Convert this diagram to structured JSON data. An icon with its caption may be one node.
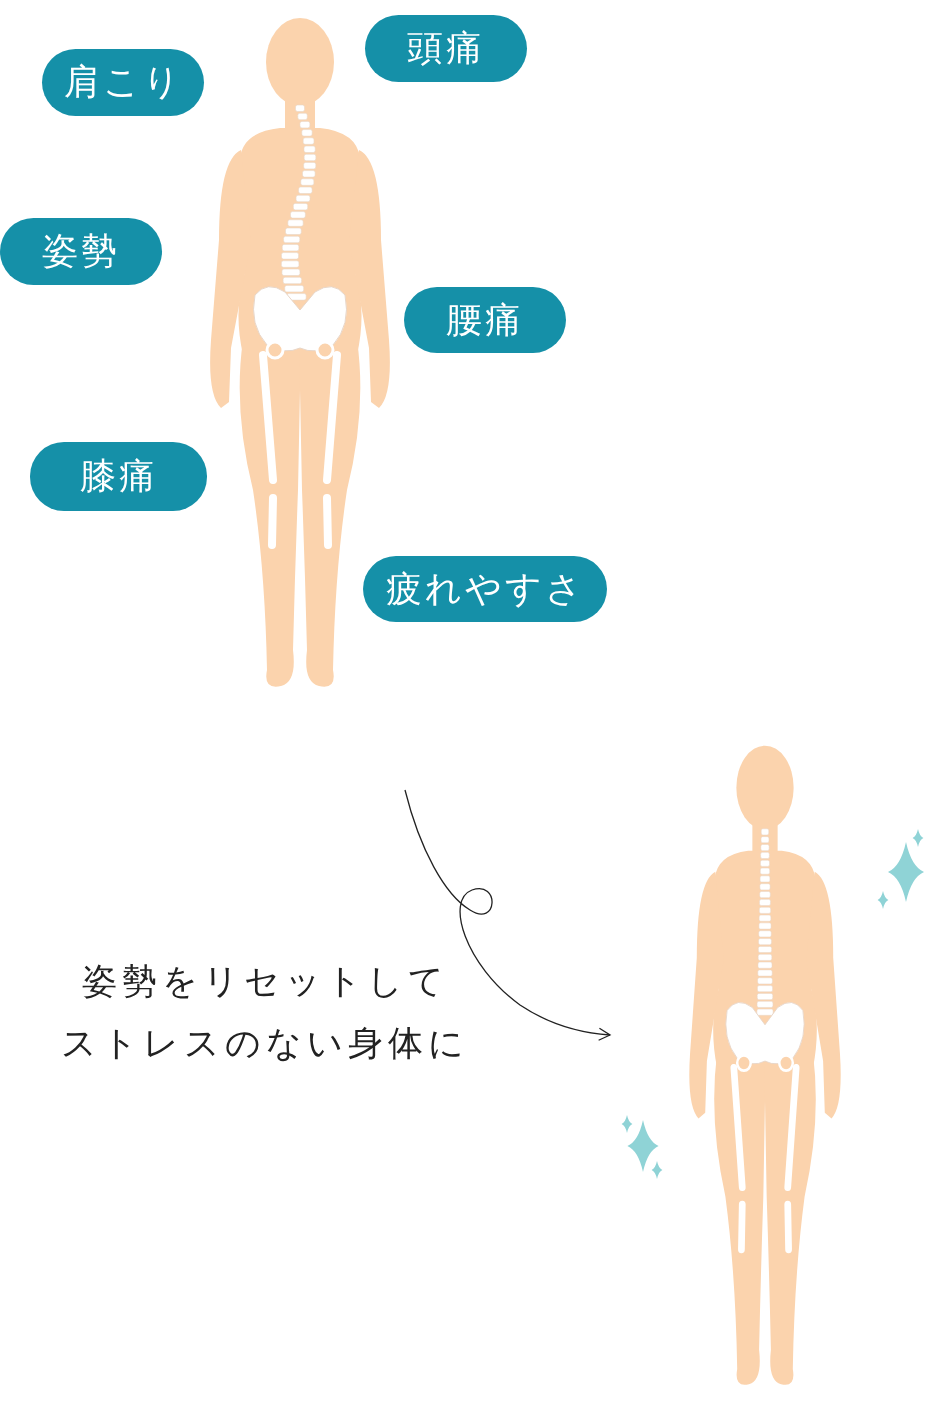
{
  "diagram": {
    "nodes": [
      {
        "text": [],
        "shape": "picture"
      },
      {
        "text": [
          "頭痛"
        ]
      },
      {
        "text": [
          "肩こり"
        ]
      },
      {
        "text": [
          "姿勢"
        ]
      },
      {
        "text": [
          "腰痛"
        ]
      },
      {
        "text": [
          "膝痛"
        ]
      },
      {
        "text": [
          "疲れやすさ"
        ]
      },
      {
        "text": [],
        "shape": "picture"
      }
    ],
    "edges": [
      {
        "from": null,
        "to": 7,
        "arrow": "to"
      }
    ],
    "labels": [
      "姿勢をリセットしてストレスのない身体に"
    ]
  }
}
